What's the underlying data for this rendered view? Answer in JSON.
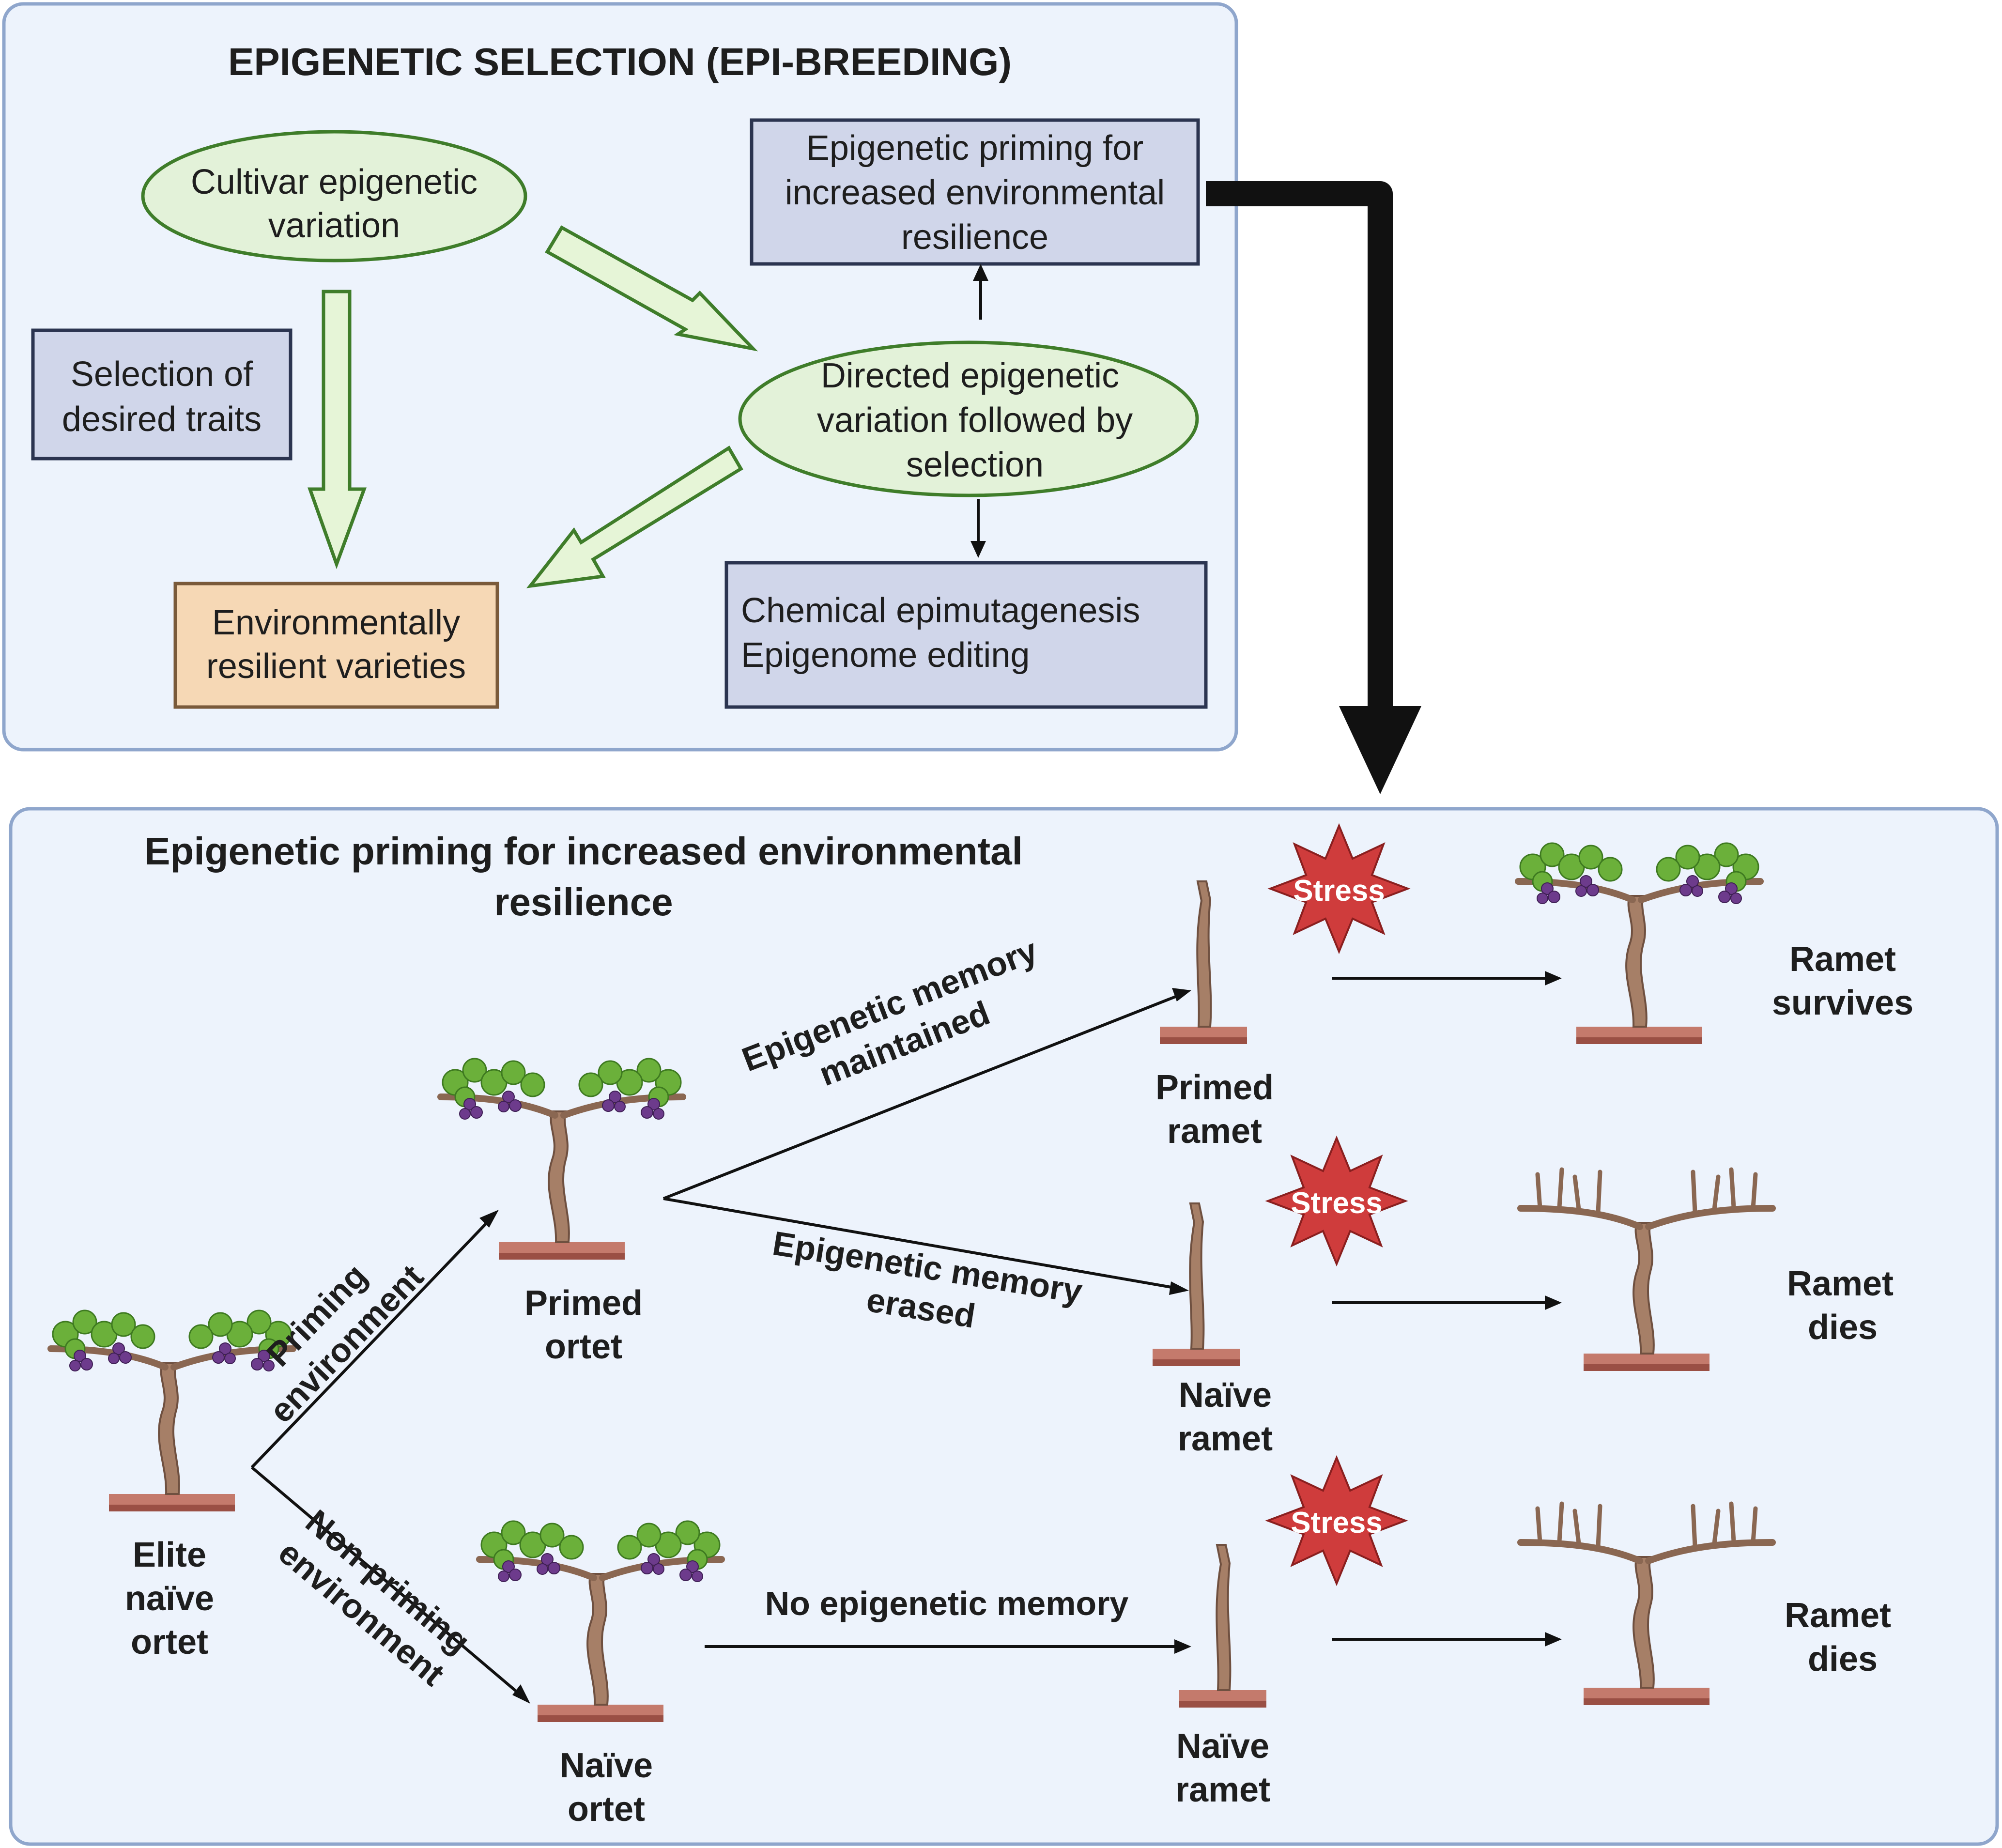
{
  "colors": {
    "panel_fill": "#edf3fc",
    "panel_stroke": "#8fa6cc",
    "ellipse_fill": "#e3f2d9",
    "ellipse_stroke": "#3f7d2a",
    "box_fill": "#d0d6ea",
    "box_stroke": "#2b3450",
    "result_fill": "#f6d8b5",
    "result_stroke": "#7a5a3a",
    "arrow_fill": "#e6f5d7",
    "stress_fill": "#cf3c3c",
    "soil": "#b9675a",
    "trunk": "#a67f67",
    "leaf": "#6bb03a",
    "grape": "#6d3b8c"
  },
  "top_panel": {
    "title": "EPIGENETIC SELECTION (EPI-BREEDING)",
    "cultivar_variation": [
      "Cultivar epigenetic",
      "variation"
    ],
    "selection_traits": [
      "Selection of",
      "desired traits"
    ],
    "priming_box": [
      "Epigenetic priming for",
      "increased environmental",
      "resilience"
    ],
    "directed_variation": [
      "Directed epigenetic",
      "variation followed by",
      "selection"
    ],
    "resilient_varieties": [
      "Environmentally",
      "resilient varieties"
    ],
    "chemical_box": [
      "Chemical epimutagenesis",
      "Epigenome editing"
    ]
  },
  "bottom_panel": {
    "title": [
      "Epigenetic priming for increased environmental",
      "resilience"
    ],
    "elite_ortet": [
      "Elite",
      "naïve",
      "ortet"
    ],
    "priming_env": [
      "Priming",
      "environment"
    ],
    "non_priming_env": [
      "Non-priming",
      "environment"
    ],
    "primed_ortet": [
      "Primed",
      "ortet"
    ],
    "naive_ortet": [
      "Naïve",
      "ortet"
    ],
    "memory_maintained": [
      "Epigenetic memory",
      "maintained"
    ],
    "memory_erased": [
      "Epigenetic memory",
      "erased"
    ],
    "no_memory": "No epigenetic memory",
    "primed_ramet": [
      "Primed",
      "ramet"
    ],
    "naive_ramet_1": [
      "Naïve",
      "ramet"
    ],
    "naive_ramet_2": [
      "Naïve",
      "ramet"
    ],
    "stress_1": "Stress",
    "stress_2": "Stress",
    "stress_3": "Stress",
    "outcome_1": [
      "Ramet",
      "survives"
    ],
    "outcome_2": [
      "Ramet",
      "dies"
    ],
    "outcome_3": [
      "Ramet",
      "dies"
    ]
  }
}
